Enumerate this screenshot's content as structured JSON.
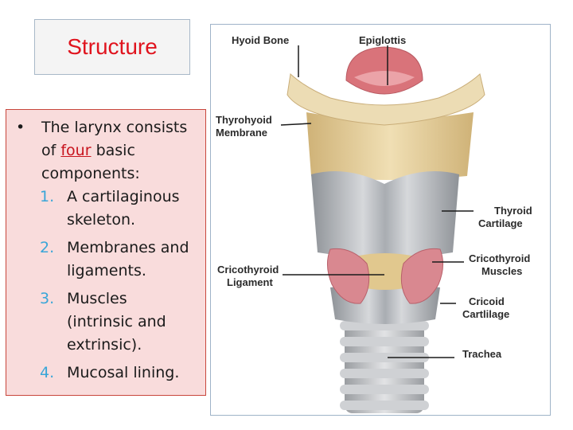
{
  "slide": {
    "title": "Structure",
    "bullet": {
      "prefix": "The larynx consists of ",
      "emphasis": "four",
      "suffix": " basic components:"
    },
    "items": [
      {
        "num": "1.",
        "line1": "A cartilaginous",
        "line2": "skeleton.",
        "line3": ""
      },
      {
        "num": "2.",
        "line1": "Membranes and",
        "line2": "ligaments.",
        "line3": ""
      },
      {
        "num": "3.",
        "line1": "Muscles",
        "line2": "(intrinsic and",
        "line3": "extrinsic)."
      },
      {
        "num": "4.",
        "line1": "Mucosal lining.",
        "line2": "",
        "line3": ""
      }
    ]
  },
  "diagram": {
    "labels": {
      "hyoid_bone": "Hyoid Bone",
      "epiglottis": "Epiglottis",
      "thyrohyoid_1": "Thyrohyoid",
      "thyrohyoid_2": "Membrane",
      "thyroid_1": "Thyroid",
      "thyroid_2": "Cartilage",
      "cricothyroid_musc_1": "Cricothyroid",
      "cricothyroid_musc_2": "Muscles",
      "cricothyroid_lig_1": "Cricothyroid",
      "cricothyroid_lig_2": "Ligament",
      "cricoid_1": "Cricoid",
      "cricoid_2": "Cartlilage",
      "trachea": "Trachea"
    },
    "colors": {
      "bone": "#e9d4a6",
      "membrane": "#e3c98c",
      "cartilage": "#b9bcc0",
      "muscle": "#d98890",
      "epiglottis": "#d9737a"
    }
  }
}
